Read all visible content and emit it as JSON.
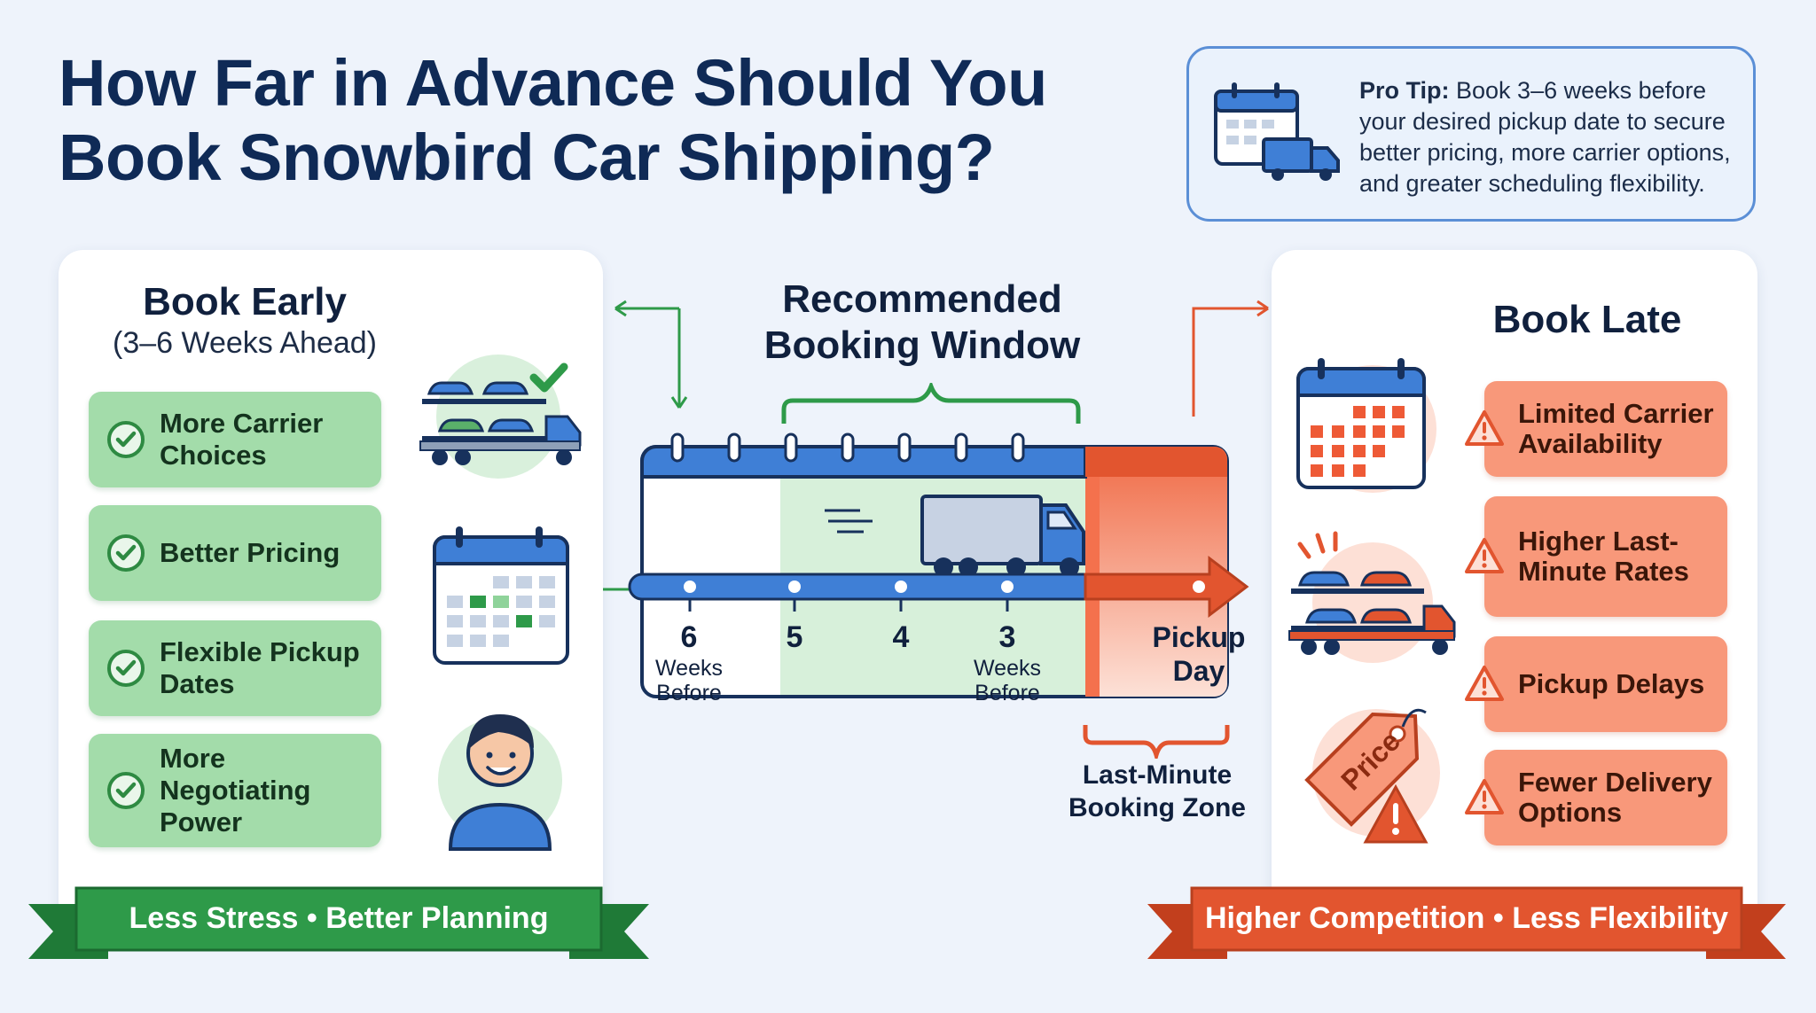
{
  "title": "How Far in Advance Should You Book Snowbird Car Shipping?",
  "pro_tip": {
    "label": "Pro Tip:",
    "text": " Book 3–6 weeks before your desired pickup date to secure better pricing, more carrier options, and greater scheduling flexibility.",
    "icon": "calendar-truck-icon"
  },
  "book_early": {
    "heading": "Book Early",
    "subheading": "(3–6 Weeks Ahead)",
    "benefits": [
      {
        "label": "More Carrier Choices",
        "icon": "car-carrier-check-icon"
      },
      {
        "label": "Better Pricing",
        "icon": "calendar-icon"
      },
      {
        "label": "Flexible Pickup Dates",
        "icon": "calendar-icon"
      },
      {
        "label": "More Negotiating Power",
        "icon": "happy-person-icon"
      }
    ],
    "ribbon": "Less Stress • Better Planning",
    "color": "#2e9a49"
  },
  "timeline": {
    "window_label": "Recommended Booking Window",
    "ticks": [
      {
        "num": "6",
        "sub": "Weeks Before"
      },
      {
        "num": "5",
        "sub": ""
      },
      {
        "num": "4",
        "sub": ""
      },
      {
        "num": "3",
        "sub": "Weeks Before"
      }
    ],
    "pickup_label": "Pickup Day",
    "zone_label": "Last-Minute Booking Zone"
  },
  "book_late": {
    "heading": "Book Late",
    "risks": [
      {
        "label": "Limited Carrier Availability",
        "icon": "calendar-icon"
      },
      {
        "label": "Higher Last-Minute Rates",
        "icon": "car-carrier-alert-icon"
      },
      {
        "label": "Pickup Delays",
        "icon": "warning-icon"
      },
      {
        "label": "Fewer Delivery Options",
        "icon": "price-tag-warning-icon"
      }
    ],
    "price_tag": "Price",
    "ribbon": "Higher Competition • Less Flexibility",
    "color": "#e2552f"
  }
}
